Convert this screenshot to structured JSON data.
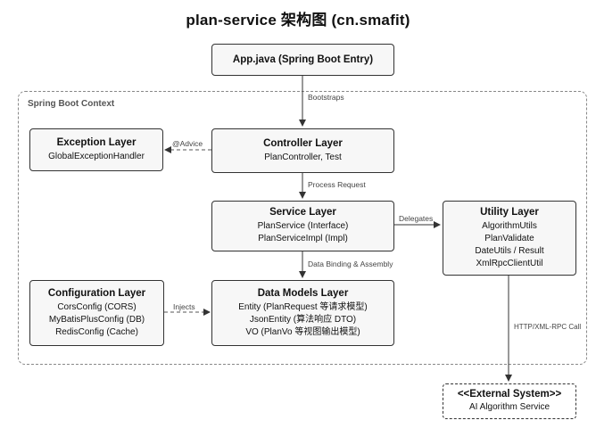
{
  "title": "plan-service 架构图 (cn.smafit)",
  "context_label": "Spring Boot Context",
  "nodes": {
    "app": {
      "title": "App.java (Spring Boot Entry)",
      "lines": []
    },
    "exception": {
      "title": "Exception Layer",
      "lines": [
        "GlobalExceptionHandler"
      ]
    },
    "controller": {
      "title": "Controller Layer",
      "lines": [
        "PlanController, Test"
      ]
    },
    "service": {
      "title": "Service Layer",
      "lines": [
        "PlanService (Interface)",
        "PlanServiceImpl (Impl)"
      ]
    },
    "utility": {
      "title": "Utility Layer",
      "lines": [
        "AlgorithmUtils",
        "PlanValidate",
        "DateUtils / Result",
        "XmlRpcClientUtil"
      ]
    },
    "configuration": {
      "title": "Configuration Layer",
      "lines": [
        "CorsConfig (CORS)",
        "MyBatisPlusConfig (DB)",
        "RedisConfig (Cache)"
      ]
    },
    "datamodels": {
      "title": "Data Models Layer",
      "lines": [
        "Entity (PlanRequest 等请求模型)",
        "JsonEntity (算法响应 DTO)",
        "VO (PlanVo 等视图输出模型)"
      ]
    },
    "external": {
      "title": "<<External System>>",
      "lines": [
        "AI Algorithm Service"
      ]
    }
  },
  "edges": {
    "bootstraps": "Bootstraps",
    "advice": "@Advice",
    "process_request": "Process Request",
    "delegates": "Delegates",
    "data_binding": "Data Binding & Assembly",
    "injects": "Injects",
    "rpc_call": "HTTP/XML-RPC Call"
  }
}
